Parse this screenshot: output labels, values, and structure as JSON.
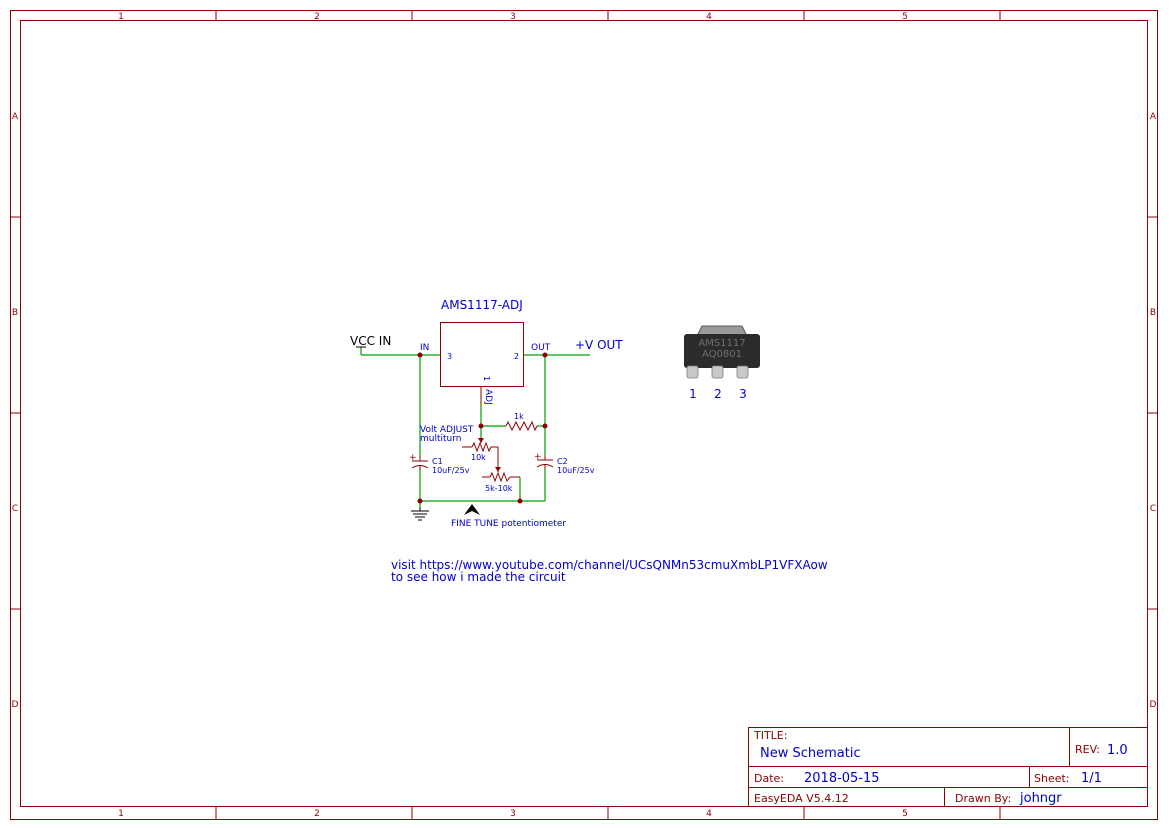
{
  "ruler": {
    "cols": [
      "1",
      "2",
      "3",
      "4",
      "5"
    ],
    "rows": [
      "A",
      "B",
      "C",
      "D"
    ]
  },
  "schematic": {
    "regulator_name": "AMS1117-ADJ",
    "pin_in": "IN",
    "pin_out": "OUT",
    "pin_adj": "ADJ",
    "pin3": "3",
    "pin2": "2",
    "pin1": "1",
    "vcc_in": "VCC IN",
    "v_out": "+V OUT",
    "r1_value": "1k",
    "volt_adjust_line1": "Volt ADJUST",
    "volt_adjust_line2": "multiturn",
    "pot1_value": "10k",
    "pot2_value": "5k-10k",
    "c1_name": "C1",
    "c1_value": "10uF/25v",
    "c2_name": "C2",
    "c2_value": "10uF/25v",
    "plus": "+",
    "fine_tune": "FINE TUNE potentiometer",
    "visit_line1": "visit https://www.youtube.com/channel/UCsQNMn53cmuXmbLP1VFXAow",
    "visit_line2": "to see how i made the circuit"
  },
  "package": {
    "marking1": "AMS1117",
    "marking2": "AQ0801",
    "pin_nums": [
      "1",
      "2",
      "3"
    ]
  },
  "title_block": {
    "title_label": "TITLE:",
    "title_value": "New Schematic",
    "rev_label": "REV:",
    "rev_value": "1.0",
    "date_label": "Date:",
    "date_value": "2018-05-15",
    "sheet_label": "Sheet:",
    "sheet_value": "1/1",
    "software": "EasyEDA V5.4.12",
    "drawn_label": "Drawn By:",
    "drawn_value": "johngr"
  }
}
